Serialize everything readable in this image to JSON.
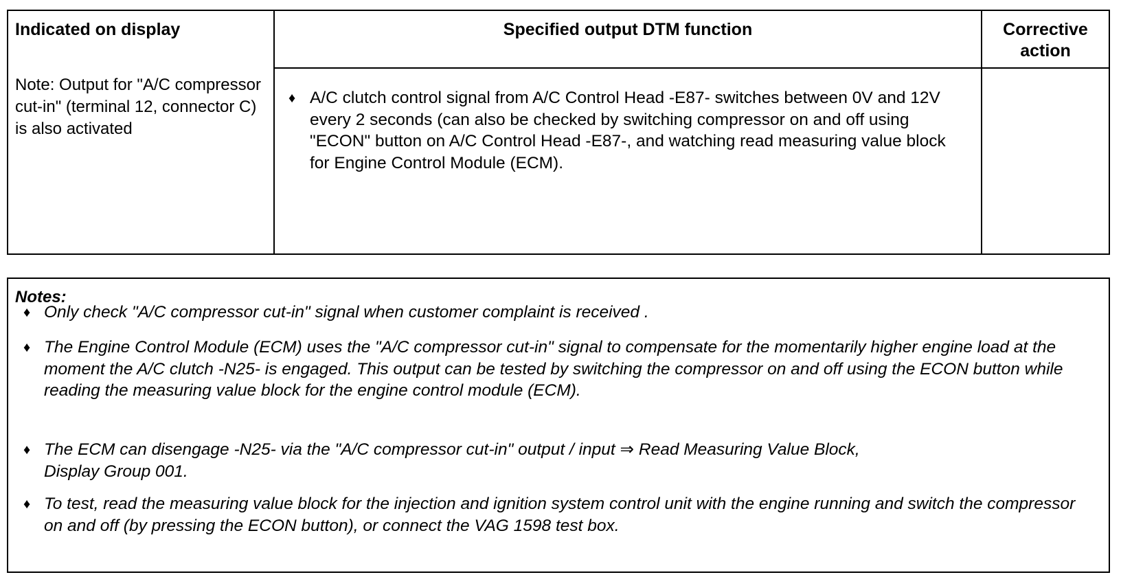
{
  "table": {
    "headers": {
      "col1": "Indicated on display",
      "col2": "Specified output DTM function",
      "col3_line1": "Corrective",
      "col3_line2": "action"
    },
    "col1_note": "Note: Output for \"A/C compressor cut-in\" (terminal 12, connector C) is also activated",
    "bullet_glyph": "♦",
    "col2_bullet": "A/C clutch control signal from A/C Control Head -E87- switches between 0V and 12V every 2 seconds (can also be checked by switching compressor on and off using \"ECON\" button on A/C Control Head -E87-, and watching read measuring value block for Engine Control Module (ECM).",
    "col3_value": ""
  },
  "notes": {
    "title": "Notes:",
    "items": [
      "Only check \"A/C compressor cut-in\" signal when customer complaint is received .",
      "The Engine Control Module (ECM) uses the \"A/C compressor cut-in\" signal to compensate for the momentarily higher engine load at the moment the A/C clutch -N25- is engaged. This output can be tested by switching the compressor on and off using the ECON button while reading the measuring value block for the engine control module (ECM).",
      "The ECM can disengage -N25- via the \"A/C compressor cut-in\" output / input ⇒ Read Measuring Value Block, Display Group 001.",
      "To test, read the measuring value block for the injection and ignition system control unit with the engine running and switch the compressor on and off (by pressing the ECON button), or connect the VAG 1598 test box."
    ]
  }
}
